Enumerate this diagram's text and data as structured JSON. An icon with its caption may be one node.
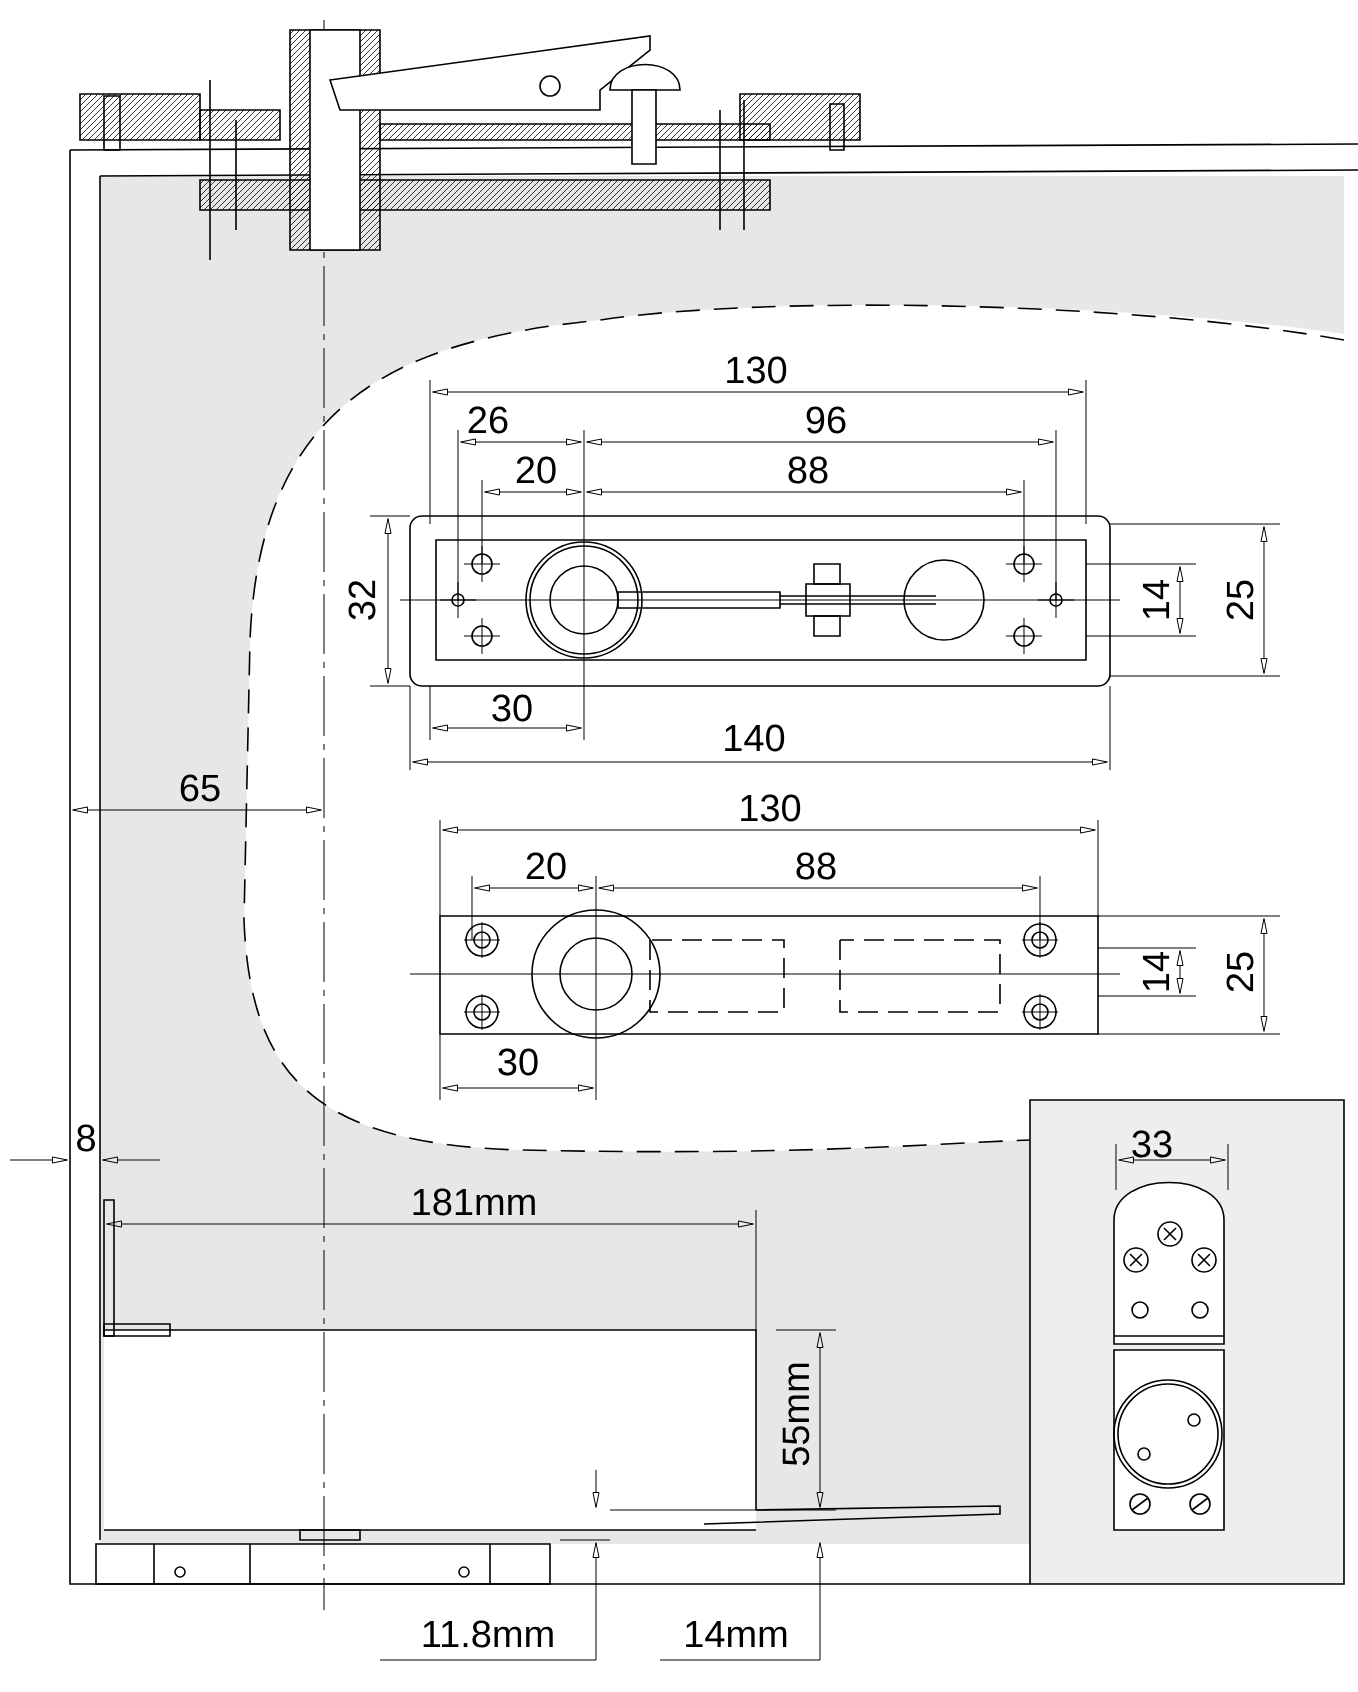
{
  "diagram": {
    "labels": [
      "130",
      "26",
      "96",
      "20",
      "88",
      "32",
      "14",
      "25",
      "30",
      "140",
      "130",
      "20",
      "88",
      "14",
      "25",
      "30",
      "65",
      "8",
      "181mm",
      "55mm",
      "11.8mm",
      "14mm",
      "33"
    ]
  }
}
